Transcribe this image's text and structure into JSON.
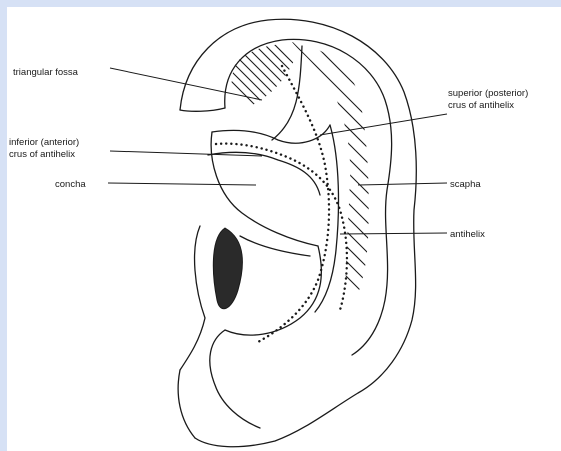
{
  "labels": {
    "triangular_fossa": "triangular fossa",
    "inferior_crus_line1": "inferior (anterior)",
    "inferior_crus_line2": "crus of antihelix",
    "concha": "concha",
    "superior_crus_line1": "superior (posterior)",
    "superior_crus_line2": "crus of antihelix",
    "scapha": "scapha",
    "antihelix": "antihelix"
  },
  "colors": {
    "border": "#d6e1f5",
    "background": "#ffffff",
    "ink": "#1a1a1a"
  }
}
